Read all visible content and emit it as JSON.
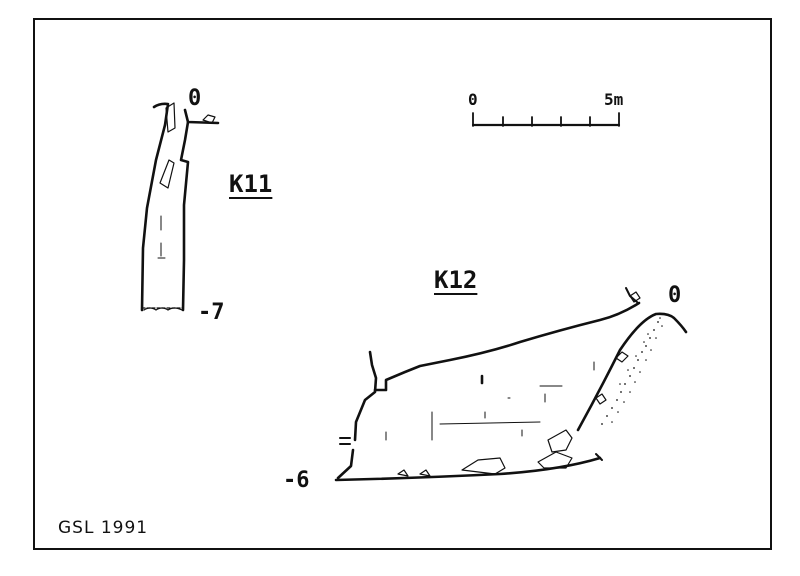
{
  "survey": {
    "k11": {
      "name": "K11",
      "top_depth": "0",
      "bottom_depth": "-7"
    },
    "k12": {
      "name": "K12",
      "top_depth": "0",
      "bottom_depth": "-6"
    }
  },
  "scale_bar": {
    "start_label": "0",
    "end_label": "5m"
  },
  "credit": "GSL 1991",
  "colors": {
    "ink": "#111111",
    "background": "#ffffff"
  }
}
